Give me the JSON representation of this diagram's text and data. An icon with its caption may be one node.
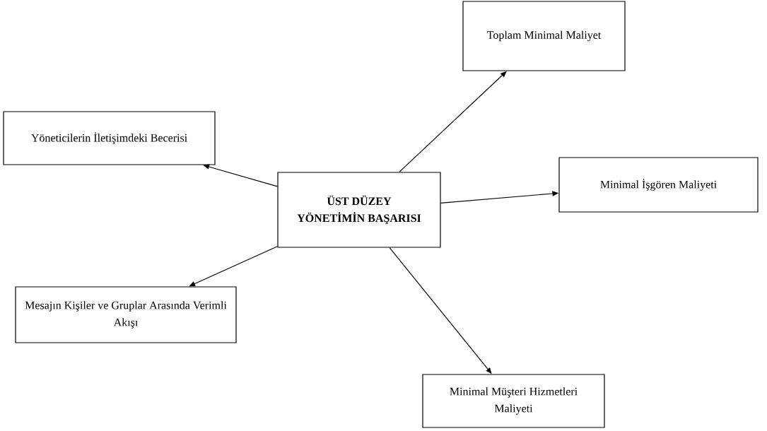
{
  "diagram": {
    "nodes": [
      {
        "text": [
          "ÜST DÜZEY YÖNETİMİN BAŞARISI"
        ]
      },
      {
        "text": [
          "Toplam Minimal Maliyet"
        ]
      },
      {
        "text": [
          "Yöneticilerin İletişimdeki Becerisi"
        ]
      },
      {
        "text": [
          "Minimal İşgören Maliyeti"
        ]
      },
      {
        "text": [
          "Mesajın Kişiler ve Gruplar Arasında Verimli Akışı"
        ]
      },
      {
        "text": [
          "Minimal Müşteri Hizmetleri Maliyeti"
        ]
      }
    ],
    "edges": [
      {
        "from": 0,
        "to": 1,
        "arrow": "to"
      },
      {
        "from": 0,
        "to": 2,
        "arrow": "to"
      },
      {
        "from": 0,
        "to": 3,
        "arrow": "to"
      },
      {
        "from": 0,
        "to": 4,
        "arrow": "to"
      },
      {
        "from": 0,
        "to": 5,
        "arrow": "to"
      }
    ]
  }
}
